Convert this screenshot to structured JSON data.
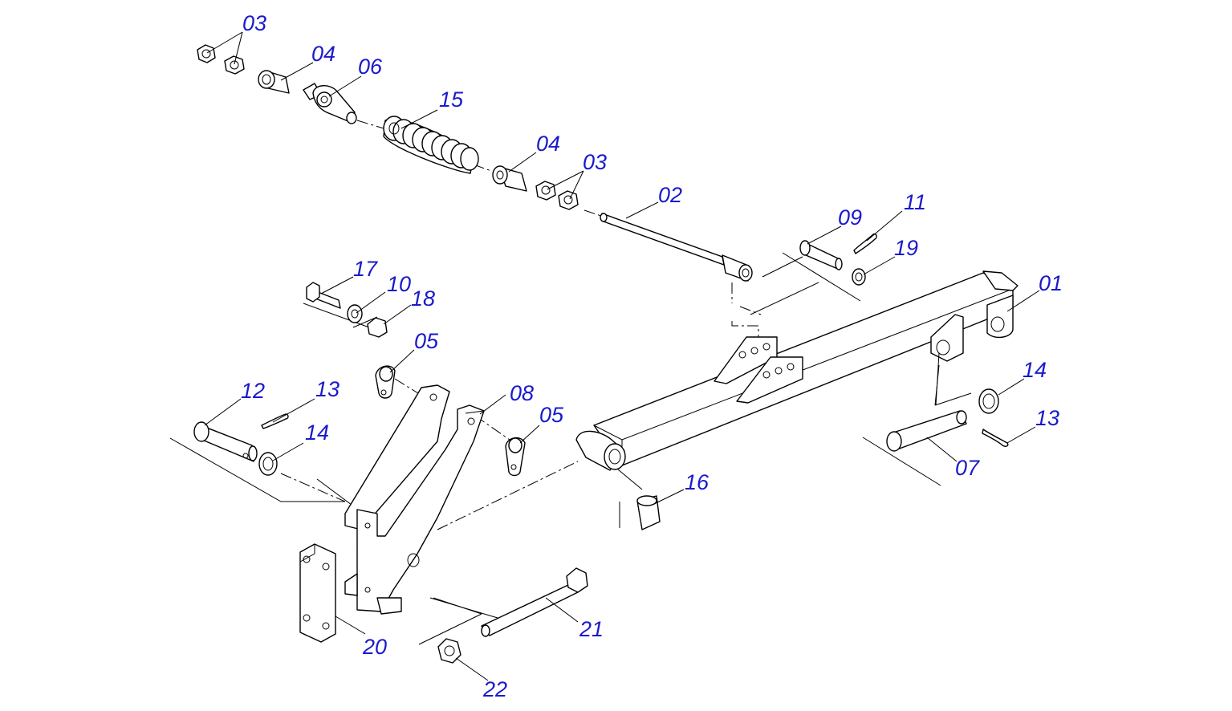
{
  "colors": {
    "label": "#1a1acc",
    "line": "#000000",
    "background": "#ffffff"
  },
  "labels": {
    "l01": "01",
    "l02": "02",
    "l03a": "03",
    "l03b": "03",
    "l04a": "04",
    "l04b": "04",
    "l05a": "05",
    "l05b": "05",
    "l06": "06",
    "l07": "07",
    "l08": "08",
    "l09": "09",
    "l10": "10",
    "l11": "11",
    "l12": "12",
    "l13a": "13",
    "l13b": "13",
    "l14a": "14",
    "l14b": "14",
    "l15": "15",
    "l16": "16",
    "l17": "17",
    "l18": "18",
    "l19": "19",
    "l20": "20",
    "l21": "21",
    "l22": "22"
  }
}
